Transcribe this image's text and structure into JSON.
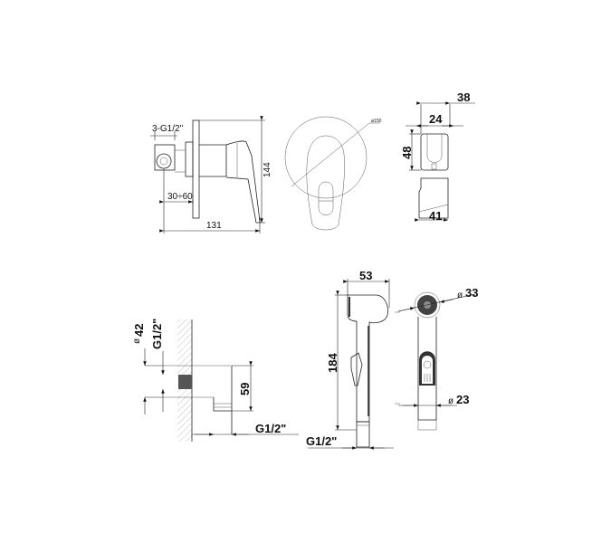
{
  "drawing": {
    "top_left_view": {
      "thread_label": "3-G1/2\"",
      "depth_range": "30÷60",
      "height": "144",
      "length": "131"
    },
    "top_center_view": {
      "diameter_label": "ø150"
    },
    "top_right_view": {
      "outer_width": "38",
      "inner_width": "24",
      "height": "48",
      "bottom_width": "41"
    },
    "bottom_left_view": {
      "diameter": "42",
      "diameter_symbol": "ø",
      "thread_top": "G1/2\"",
      "height": "59",
      "thread_bottom": "G1/2\""
    },
    "bottom_center_view": {
      "width": "53",
      "height": "184",
      "thread": "G1/2\""
    },
    "bottom_right_view": {
      "head_diameter": "33",
      "stem_diameter": "23",
      "diameter_symbol": "ø"
    }
  }
}
